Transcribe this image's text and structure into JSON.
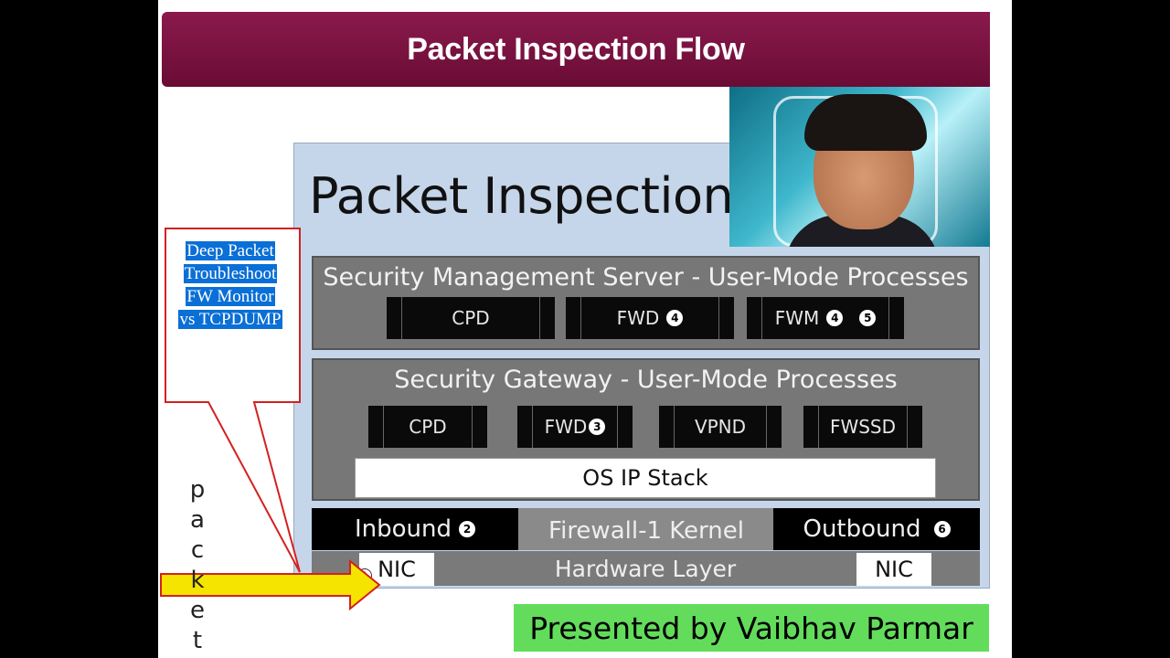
{
  "header": {
    "title": "Packet Inspection Flow"
  },
  "diagram": {
    "title": "Packet Inspection",
    "management_server": {
      "title": "Security Management Server - User-Mode Processes",
      "processes": [
        {
          "label": "CPD",
          "badges": []
        },
        {
          "label": "FWD",
          "badges": [
            "4"
          ]
        },
        {
          "label": "FWM",
          "badges": [
            "4",
            "5"
          ]
        }
      ]
    },
    "gateway": {
      "title": "Security Gateway - User-Mode Processes",
      "processes": [
        {
          "label": "CPD",
          "badges": []
        },
        {
          "label": "FWD",
          "badges": [
            "3"
          ]
        },
        {
          "label": "VPND",
          "badges": []
        },
        {
          "label": "FWSSD",
          "badges": []
        }
      ],
      "os_stack": "OS IP Stack"
    },
    "kernel": {
      "inbound": "Inbound",
      "inbound_badge": "2",
      "label": "Firewall-1 Kernel",
      "outbound": "Outbound",
      "outbound_badge": "6"
    },
    "hardware": {
      "label": "Hardware Layer",
      "nic_left": "NIC",
      "nic_right": "NIC",
      "entry_badge": "1"
    }
  },
  "callout": {
    "lines": [
      "Deep Packet",
      "Troubleshoot",
      "FW Monitor",
      "vs TCPDUMP"
    ]
  },
  "vertical_word": [
    "p",
    "a",
    "c",
    "k",
    "e",
    "t"
  ],
  "footer": {
    "presenter": "Presented  by Vaibhav Parmar"
  },
  "colors": {
    "title_bar": "#7a1240",
    "presenter_bg": "#63dc5c",
    "callout_border": "#d42020",
    "arrow": "#f5e400"
  }
}
